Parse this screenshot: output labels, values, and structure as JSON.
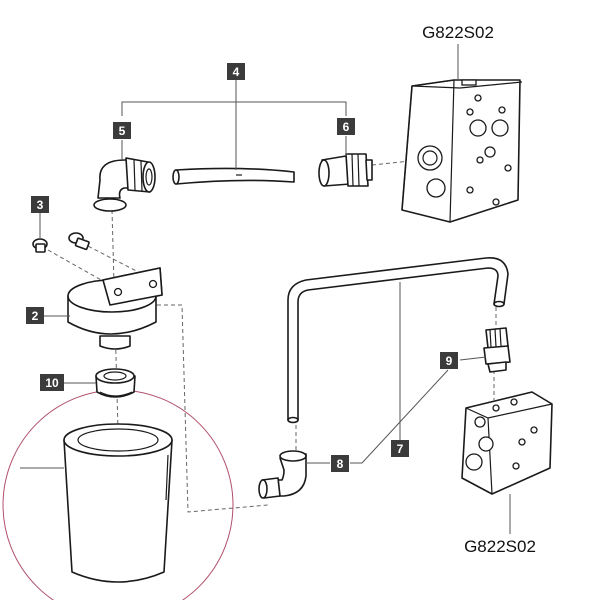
{
  "labels": {
    "block_top": "G822S02",
    "block_bottom": "G822S02"
  },
  "callouts": {
    "c2": "2",
    "c3": "3",
    "c4": "4",
    "c5": "5",
    "c6": "6",
    "c7": "7",
    "c8": "8",
    "c9": "9",
    "c10": "10"
  },
  "colors": {
    "line": "#1a1a1a",
    "badge": "#3b3b3b",
    "highlight_circle": "#b0506a"
  }
}
